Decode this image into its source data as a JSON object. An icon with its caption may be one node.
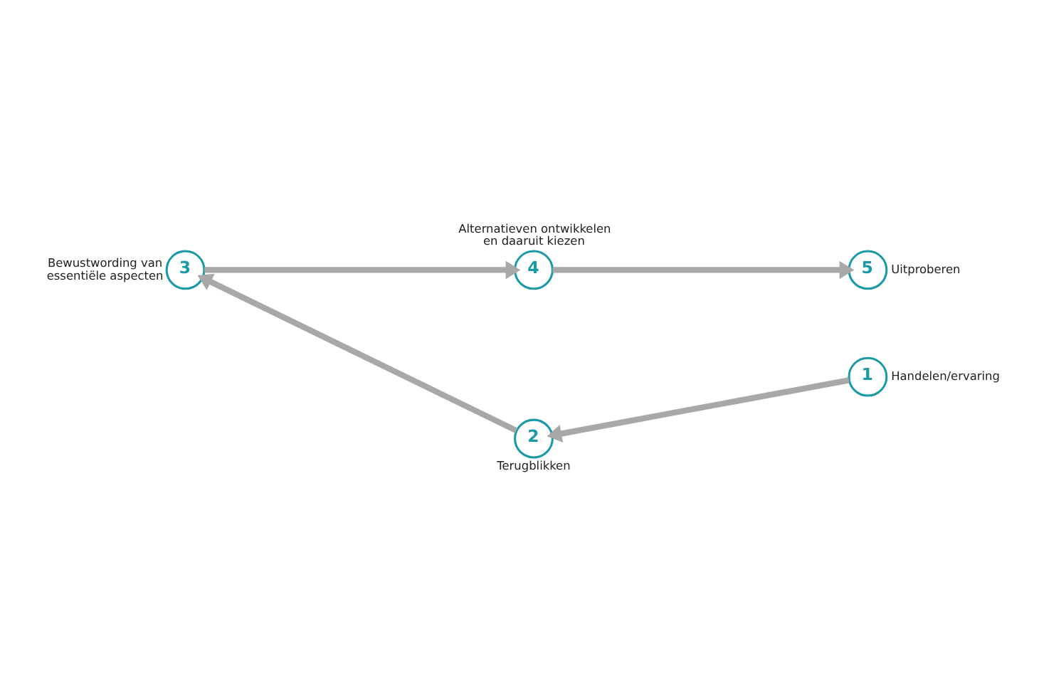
{
  "diagram": {
    "nodes": [
      {
        "text": [
          "4"
        ],
        "beside": [
          "Alternatieven ontwikkelen en daaruit kiezen"
        ]
      },
      {
        "text": [
          "3"
        ],
        "beside": [
          "Bewustwording van essentiële aspecten"
        ]
      },
      {
        "text": [
          "5"
        ],
        "beside": [
          "Uitproberen"
        ]
      },
      {
        "text": [
          "1"
        ],
        "beside": [
          "Handelen/ervaring"
        ]
      },
      {
        "text": [
          "2"
        ],
        "beside": [
          "Terugblikken"
        ]
      }
    ],
    "edges": [
      {
        "from": 1,
        "to": 0,
        "arrow": "to"
      },
      {
        "from": 0,
        "to": 2,
        "arrow": "to"
      },
      {
        "from": 3,
        "to": 4,
        "arrow": "to"
      },
      {
        "from": 4,
        "to": 1,
        "arrow": "to"
      }
    ]
  }
}
